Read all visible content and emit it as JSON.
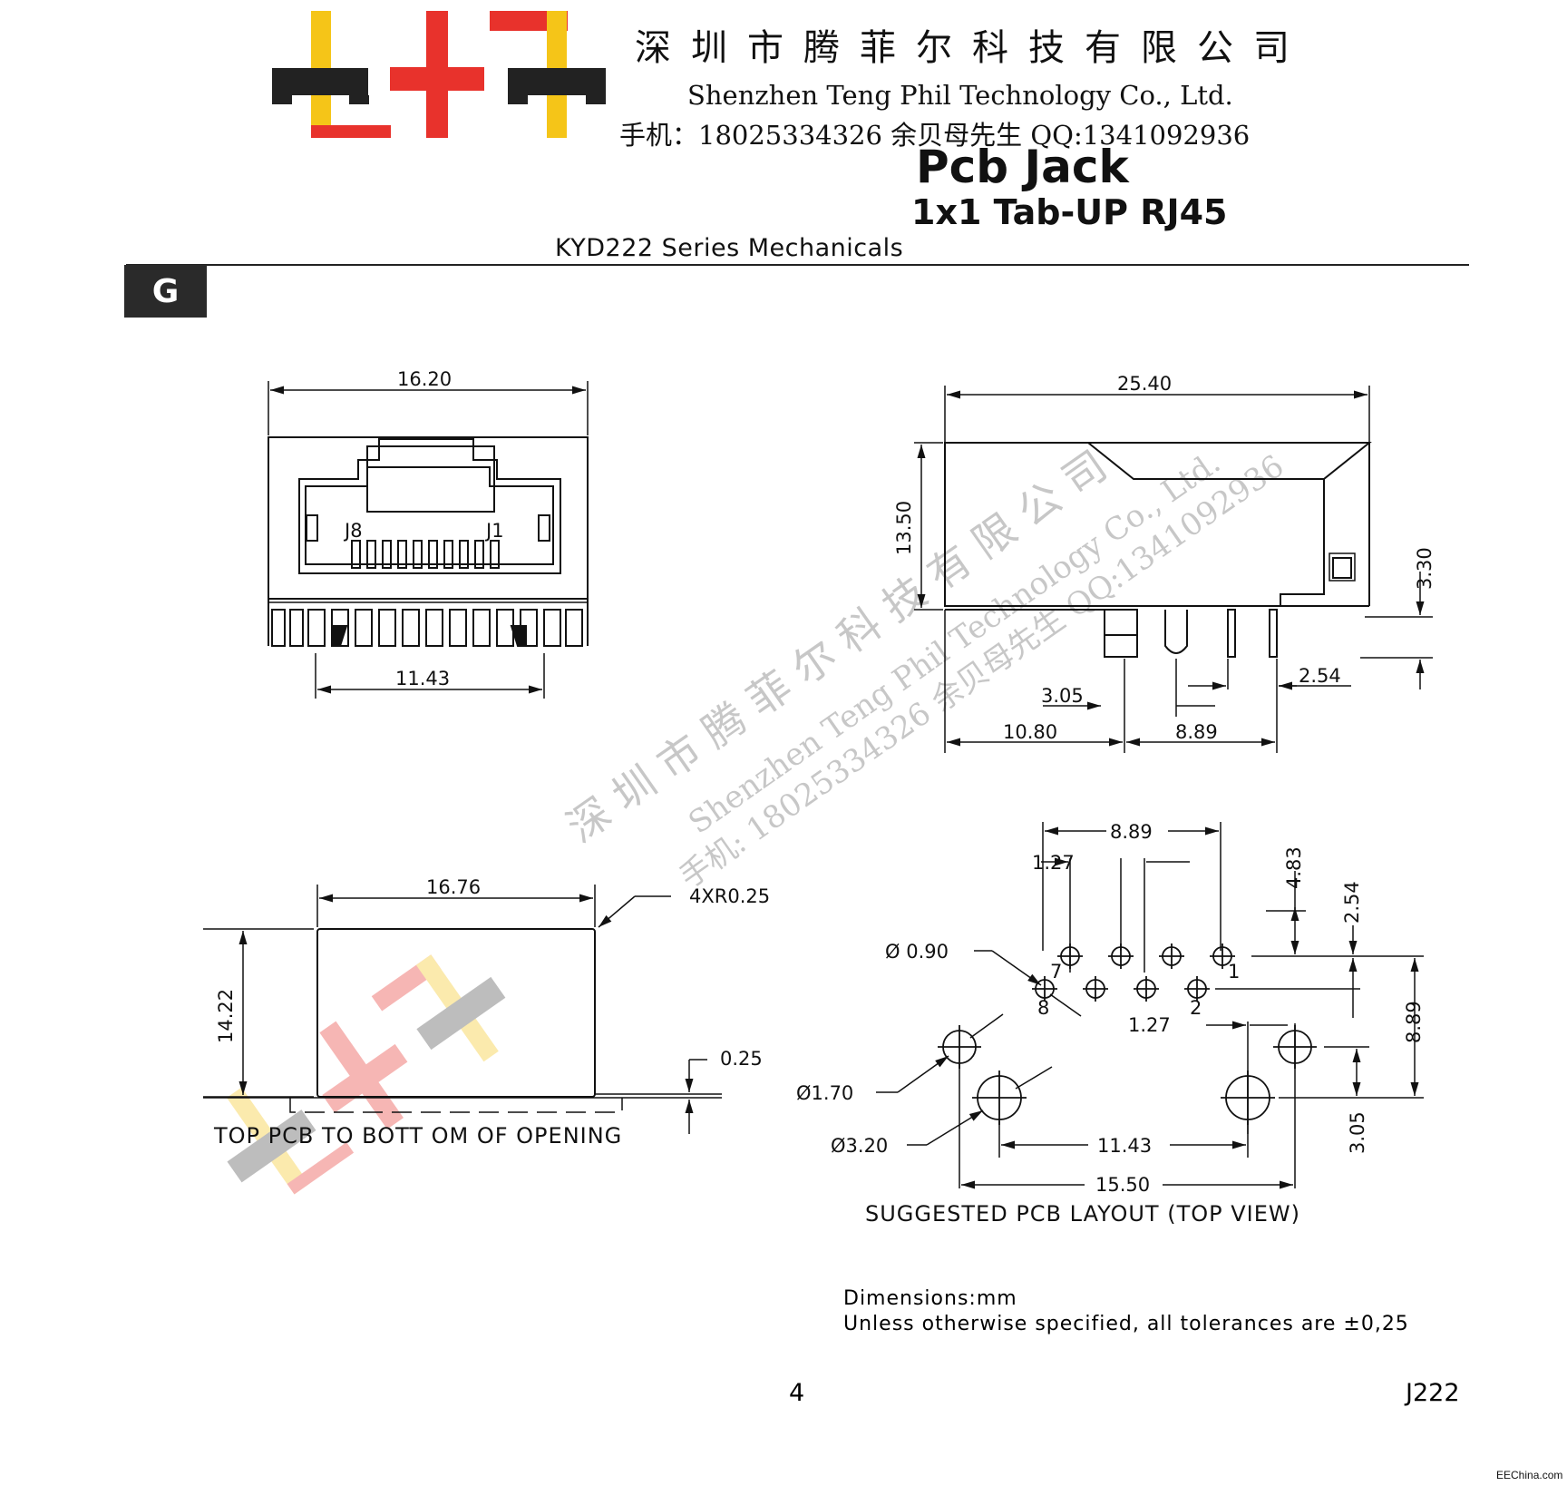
{
  "header": {
    "company_cn": "深圳市腾菲尔科技有限公司",
    "company_en": "Shenzhen Teng Phil Technology Co., Ltd.",
    "contact": "手机：18025334326 余贝母先生   QQ:1341092936",
    "product_title": "Pcb Jack",
    "product_subtitle": "1x1 Tab-UP  RJ45",
    "series": "KYD222 Series Mechanicals",
    "section_tab": "G"
  },
  "front_view": {
    "dim_width": "16.20",
    "dim_pins": "11.43",
    "label_j8": "J8",
    "label_j1": "J1"
  },
  "side_view": {
    "dim_length": "25.40",
    "dim_height": "13.50",
    "dim_pin_len": "3.30",
    "dim_2_54": "2.54",
    "dim_3_05": "3.05",
    "dim_10_80": "10.80",
    "dim_8_89": "8.89"
  },
  "panel_cutout": {
    "dim_width": "16.76",
    "dim_height": "14.22",
    "dim_radius": "4XR0.25",
    "dim_gap": "0.25",
    "caption": "TOP  PCB  TO BOTT OM OF OPENING"
  },
  "pcb_layout": {
    "dim_8_89_top": "8.89",
    "dim_1_27_top": "1.27",
    "dim_4_83": "4.83",
    "dim_2_54": "2.54",
    "dim_hole_090": "Ø 0.90",
    "pin_7": "7",
    "pin_1": "1",
    "pin_8": "8",
    "pin_2": "2",
    "dim_1_27_mid": "1.27",
    "dim_8_89_right": "8.89",
    "dim_hole_170": "Ø1.70",
    "dim_hole_320": "Ø3.20",
    "dim_11_43": "11.43",
    "dim_3_05": "3.05",
    "dim_15_50": "15.50",
    "caption": "SUGGESTED PCB LAYOUT (TOP VIEW)"
  },
  "notes": {
    "units": "Dimensions:mm",
    "tolerance": "Unless otherwise specified, all tolerances are ±0,25"
  },
  "footer": {
    "page_number": "4",
    "doc_code": "J222",
    "source": "EEChina.com"
  },
  "watermark": {
    "line1": "深 圳 市 腾 菲 尔 科 技 有 限 公 司",
    "line2": "Shenzhen Teng Phil Technology Co., Ltd.",
    "line3": "手机: 18025334326 余贝母先生   QQ:1341092936"
  },
  "colors": {
    "logo_black": "#222222",
    "logo_red": "#e8322c",
    "logo_yellow": "#f5c518"
  },
  "icons": {
    "logo": "company-logo"
  }
}
